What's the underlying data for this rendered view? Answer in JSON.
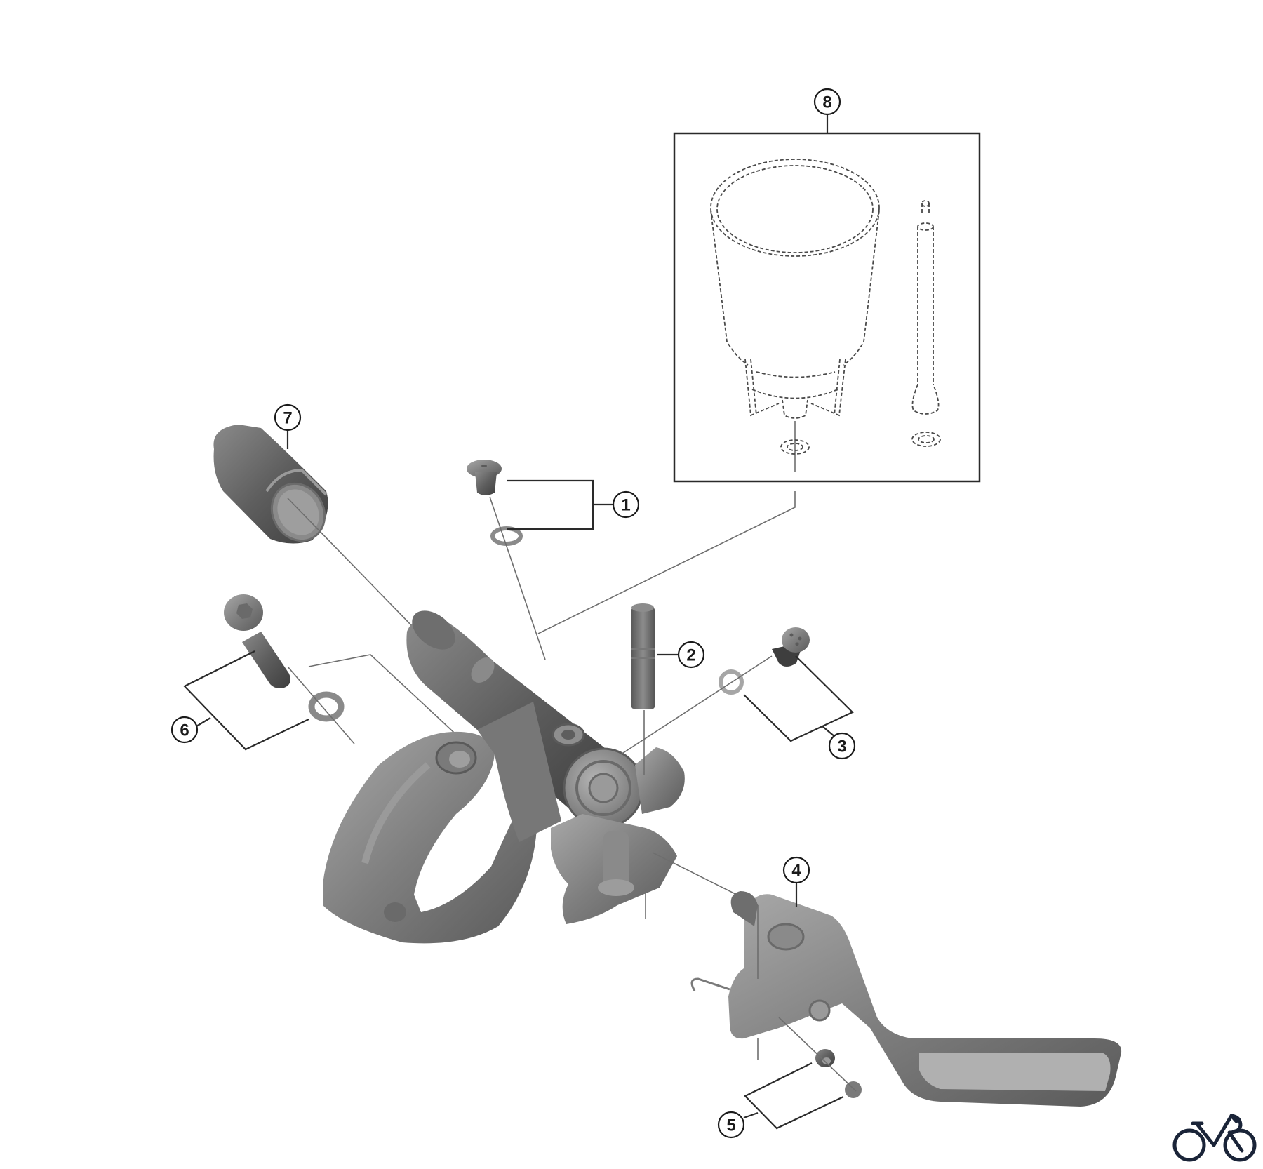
{
  "diagram": {
    "title": "Hydraulic brake lever exploded parts diagram",
    "part_colors": {
      "body_dark": "#5a5a5a",
      "body_mid": "#7b7b7b",
      "body_light": "#a3a3a3",
      "line": "#2a2a2a",
      "logo": "#1a2438"
    },
    "callouts": [
      {
        "number": "1",
        "label": "1",
        "part": "bleed-plug-and-o-ring"
      },
      {
        "number": "2",
        "label": "2",
        "part": "lever-pivot-pin"
      },
      {
        "number": "3",
        "label": "3",
        "part": "reach-adjust-screw-and-o-ring"
      },
      {
        "number": "4",
        "label": "4",
        "part": "lever-blade-assembly"
      },
      {
        "number": "5",
        "label": "5",
        "part": "bushing-and-cap"
      },
      {
        "number": "6",
        "label": "6",
        "part": "clamp-bolt-and-washer"
      },
      {
        "number": "7",
        "label": "7",
        "part": "reservoir-sleeve"
      },
      {
        "number": "8",
        "label": "8",
        "part": "bleed-funnel-kit"
      }
    ]
  },
  "logo": {
    "icon": "bicycle-icon",
    "color": "#1a2438"
  }
}
